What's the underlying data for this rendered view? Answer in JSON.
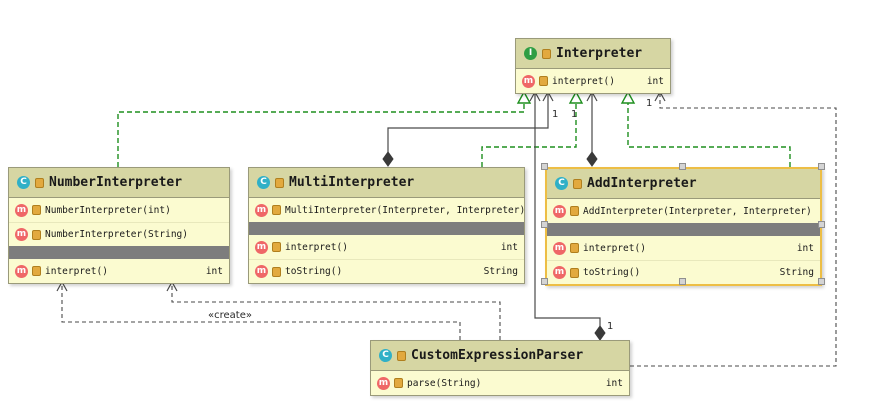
{
  "icons": {
    "class_glyph": "C",
    "interface_glyph": "I",
    "method_glyph": "m"
  },
  "classes": {
    "interpreter": {
      "kind": "interface",
      "title": "Interpreter",
      "methods": [
        {
          "name": "interpret()",
          "type": "int"
        }
      ]
    },
    "number_interpreter": {
      "kind": "class",
      "title": "NumberInterpreter",
      "constructors": [
        {
          "name": "NumberInterpreter(int)"
        },
        {
          "name": "NumberInterpreter(String)"
        }
      ],
      "methods": [
        {
          "name": "interpret()",
          "type": "int"
        }
      ]
    },
    "multi_interpreter": {
      "kind": "class",
      "title": "MultiInterpreter",
      "constructors": [
        {
          "name": "MultiInterpreter(Interpreter, Interpreter)"
        }
      ],
      "methods": [
        {
          "name": "interpret()",
          "type": "int"
        },
        {
          "name": "toString()",
          "type": "String"
        }
      ]
    },
    "add_interpreter": {
      "kind": "class",
      "title": "AddInterpreter",
      "constructors": [
        {
          "name": "AddInterpreter(Interpreter, Interpreter)"
        }
      ],
      "methods": [
        {
          "name": "interpret()",
          "type": "int"
        },
        {
          "name": "toString()",
          "type": "String"
        }
      ]
    },
    "custom_expression_parser": {
      "kind": "class",
      "title": "CustomExpressionParser",
      "methods": [
        {
          "name": "parse(String)",
          "type": "int"
        }
      ]
    }
  },
  "edge_labels": {
    "create": "«create»",
    "multiplicities": [
      "1",
      "1",
      "1",
      "1"
    ]
  },
  "colors": {
    "header_bg": "#d6d6a3",
    "body_bg": "#fbfbd0",
    "selection_border": "#edbe45",
    "realization_green": "#1e8f1e",
    "separator_gray": "#7d7d7d"
  }
}
